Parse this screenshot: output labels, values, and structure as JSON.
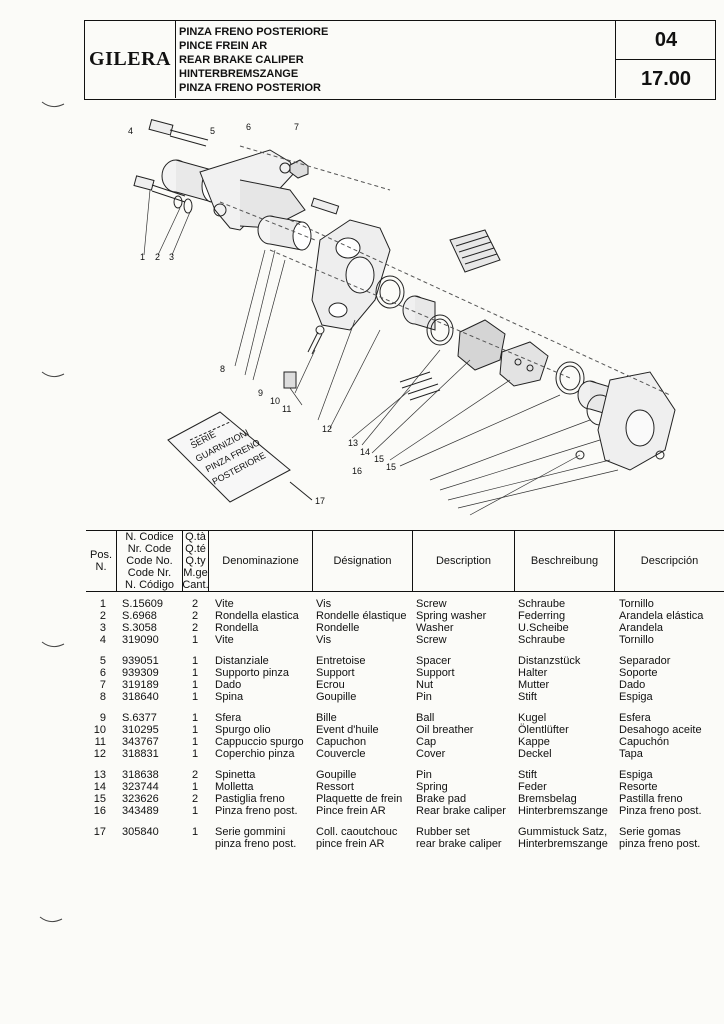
{
  "header": {
    "brand": "GILERA",
    "titles": [
      "PINZA FRENO POSTERIORE",
      "PINCE FREIN AR",
      "REAR BRAKE CALIPER",
      "HINTERBREMSZANGE",
      "PINZA FRENO POSTERIOR"
    ],
    "table_no": "04",
    "page_no": "17.00"
  },
  "diagram": {
    "callouts": [
      "1",
      "2",
      "3",
      "4",
      "5",
      "6",
      "7",
      "8",
      "9",
      "10",
      "11",
      "12",
      "13",
      "14",
      "15",
      "15",
      "16",
      "17"
    ],
    "bag_label": [
      "SERIE",
      "GUARNIZIONI",
      "PINZA FRENO",
      "POSTERIORE"
    ]
  },
  "table": {
    "headers": {
      "pos": [
        "Pos.",
        "N."
      ],
      "code": [
        "N. Codice",
        "Nr. Code",
        "Code No.",
        "Code Nr.",
        "N. Código"
      ],
      "qty": [
        "Q.tà",
        "Q.té",
        "Q.ty",
        "M.ge",
        "Cant."
      ],
      "it": "Denominazione",
      "fr": "Désignation",
      "en": "Description",
      "de": "Beschreibung",
      "es": "Descripción"
    },
    "groups": [
      [
        {
          "pos": "1",
          "code": "S.15609",
          "qty": "2",
          "it": "Vite",
          "fr": "Vis",
          "en": "Screw",
          "de": "Schraube",
          "es": "Tornillo"
        },
        {
          "pos": "2",
          "code": "S.6968",
          "qty": "2",
          "it": "Rondella elastica",
          "fr": "Rondelle élastique",
          "en": "Spring washer",
          "de": "Federring",
          "es": "Arandela elástica"
        },
        {
          "pos": "3",
          "code": "S.3058",
          "qty": "2",
          "it": "Rondella",
          "fr": "Rondelle",
          "en": "Washer",
          "de": "U.Scheibe",
          "es": "Arandela"
        },
        {
          "pos": "4",
          "code": "319090",
          "qty": "1",
          "it": "Vite",
          "fr": "Vis",
          "en": "Screw",
          "de": "Schraube",
          "es": "Tornillo"
        }
      ],
      [
        {
          "pos": "5",
          "code": "939051",
          "qty": "1",
          "it": "Distanziale",
          "fr": "Entretoise",
          "en": "Spacer",
          "de": "Distanzstück",
          "es": "Separador"
        },
        {
          "pos": "6",
          "code": "939309",
          "qty": "1",
          "it": "Supporto pinza",
          "fr": "Support",
          "en": "Support",
          "de": "Halter",
          "es": "Soporte"
        },
        {
          "pos": "7",
          "code": "319189",
          "qty": "1",
          "it": "Dado",
          "fr": "Ecrou",
          "en": "Nut",
          "de": "Mutter",
          "es": "Dado"
        },
        {
          "pos": "8",
          "code": "318640",
          "qty": "1",
          "it": "Spina",
          "fr": "Goupille",
          "en": "Pin",
          "de": "Stift",
          "es": "Espiga"
        }
      ],
      [
        {
          "pos": "9",
          "code": "S.6377",
          "qty": "1",
          "it": "Sfera",
          "fr": "Bille",
          "en": "Ball",
          "de": "Kugel",
          "es": "Esfera"
        },
        {
          "pos": "10",
          "code": "310295",
          "qty": "1",
          "it": "Spurgo olio",
          "fr": "Event d'huile",
          "en": "Oil breather",
          "de": "Ölentlüfter",
          "es": "Desahogo aceite"
        },
        {
          "pos": "11",
          "code": "343767",
          "qty": "1",
          "it": "Cappuccio spurgo",
          "fr": "Capuchon",
          "en": "Cap",
          "de": "Kappe",
          "es": "Capuchón"
        },
        {
          "pos": "12",
          "code": "318831",
          "qty": "1",
          "it": "Coperchio pinza",
          "fr": "Couvercle",
          "en": "Cover",
          "de": "Deckel",
          "es": "Tapa"
        }
      ],
      [
        {
          "pos": "13",
          "code": "318638",
          "qty": "2",
          "it": "Spinetta",
          "fr": "Goupille",
          "en": "Pin",
          "de": "Stift",
          "es": "Espiga"
        },
        {
          "pos": "14",
          "code": "323744",
          "qty": "1",
          "it": "Molletta",
          "fr": "Ressort",
          "en": "Spring",
          "de": "Feder",
          "es": "Resorte"
        },
        {
          "pos": "15",
          "code": "323626",
          "qty": "2",
          "it": "Pastiglia freno",
          "fr": "Plaquette de frein",
          "en": "Brake pad",
          "de": "Bremsbelag",
          "es": "Pastilla freno"
        },
        {
          "pos": "16",
          "code": "343489",
          "qty": "1",
          "it": "Pinza freno post.",
          "fr": "Pince frein AR",
          "en": "Rear brake caliper",
          "de": "Hinterbremszange",
          "es": "Pinza freno post."
        }
      ],
      [
        {
          "pos": "17",
          "code": "305840",
          "qty": "1",
          "it": "Serie gommini",
          "fr": "Coll. caoutchouc",
          "en": "Rubber set",
          "de": "Gummistuck Satz,",
          "es": "Serie gomas"
        },
        {
          "pos": "",
          "code": "",
          "qty": "",
          "it": "pinza freno post.",
          "fr": "pince frein AR",
          "en": "rear brake caliper",
          "de": "Hinterbremszange",
          "es": "pinza freno post."
        }
      ]
    ]
  }
}
